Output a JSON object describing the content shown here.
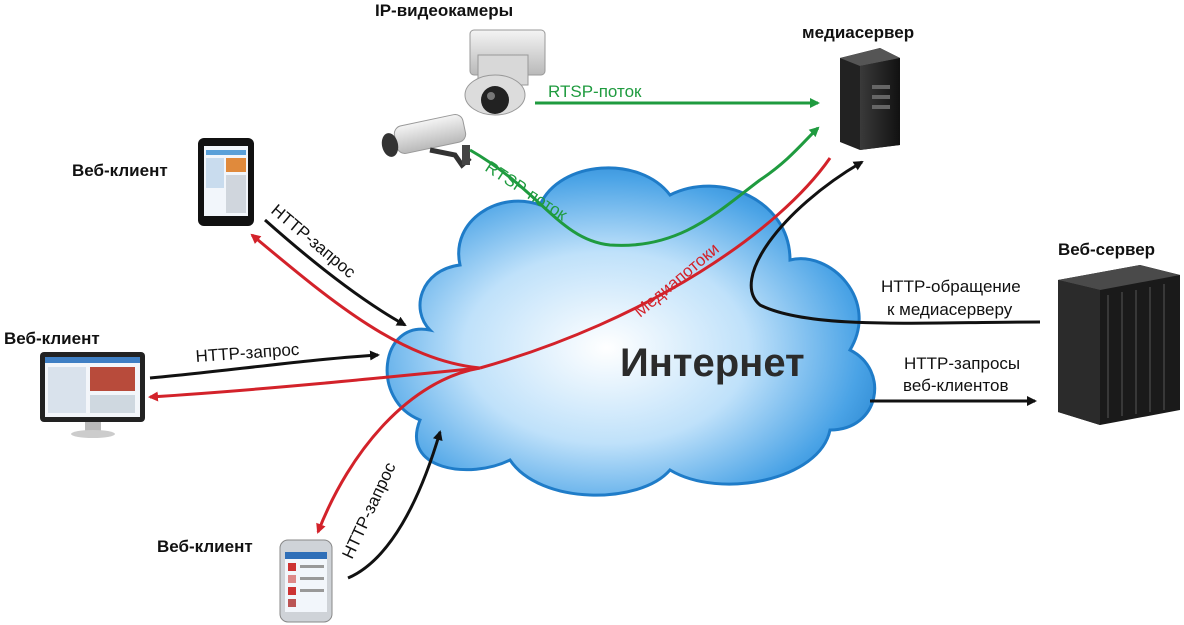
{
  "cloud": {
    "label": "Интернет"
  },
  "nodes": {
    "ip_cameras": "IP-видеокамеры",
    "media_server": "медиасервер",
    "web_server": "Веб-сервер",
    "web_client_tablet": "Веб-клиент",
    "web_client_desktop": "Веб-клиент",
    "web_client_phone": "Веб-клиент"
  },
  "flows": {
    "rtsp_dome": "RTSP-поток",
    "rtsp_bullet": "RTSP-поток",
    "media_streams": "Медиапотоки",
    "http_tablet": "HTTP-запрос",
    "http_desktop": "HTTP-запрос",
    "http_phone": "HTTP-запрос",
    "http_media_line1": "HTTP-обращение",
    "http_media_line2": "к медиасерверу",
    "http_clients_line1": "HTTP-запросы",
    "http_clients_line2": "веб-клиентов"
  },
  "colors": {
    "cloud_fill": "#3b9be0",
    "green": "#1f9b3f",
    "red": "#d3222a",
    "black": "#111111"
  }
}
